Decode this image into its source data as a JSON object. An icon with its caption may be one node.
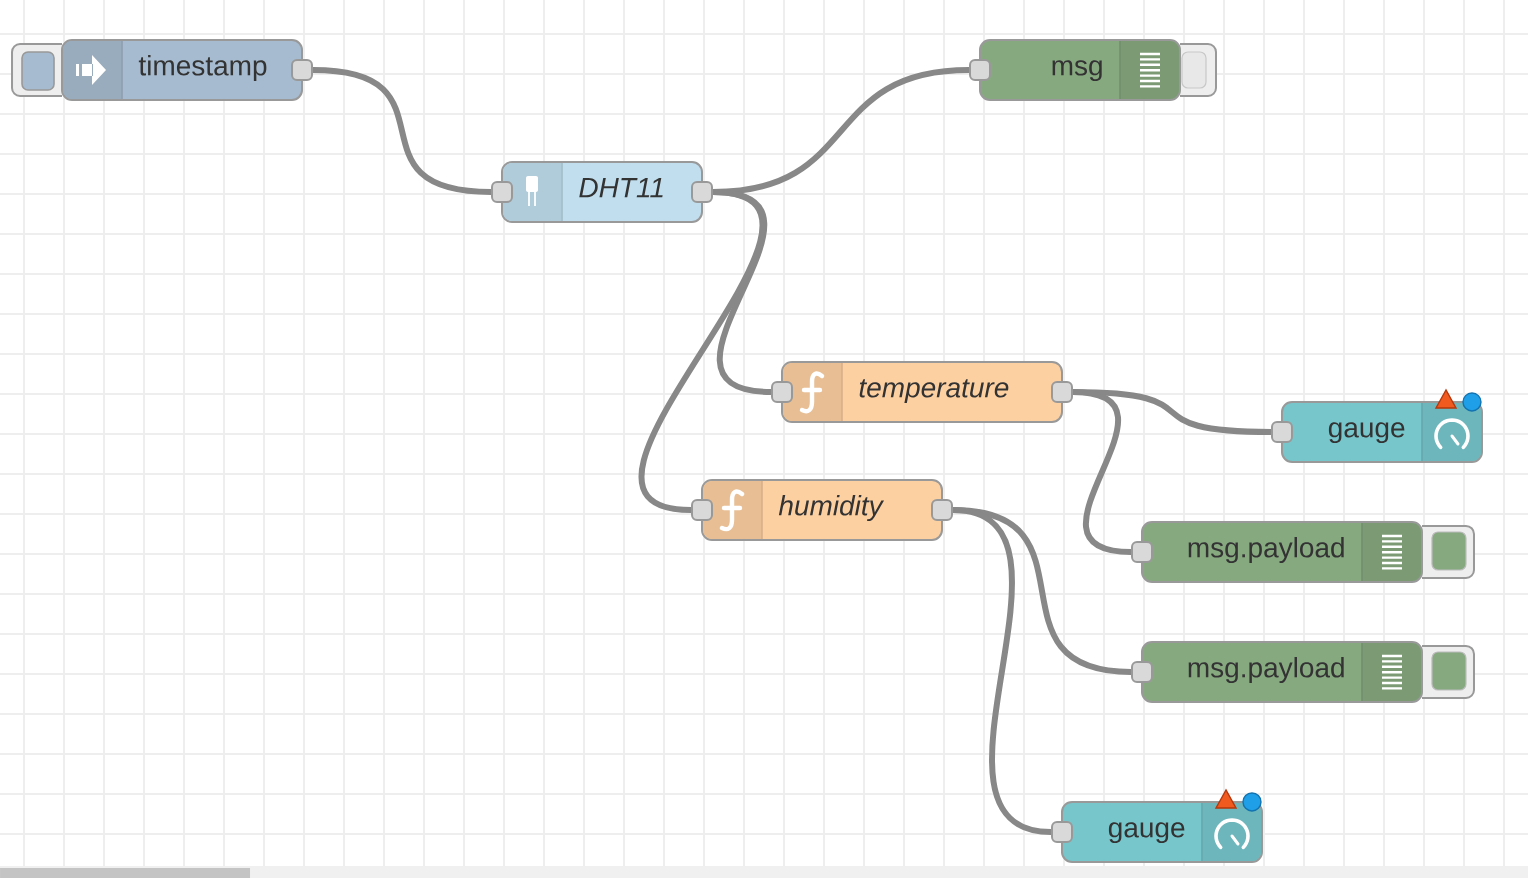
{
  "diagram": {
    "nodes": [
      {
        "text": [
          "timestamp"
        ]
      },
      {
        "text": [
          "msg"
        ]
      },
      {
        "text": [
          "DHT11"
        ]
      },
      {
        "text": [
          "temperature"
        ]
      },
      {
        "text": [
          "gauge"
        ]
      },
      {
        "text": [
          "humidity"
        ]
      },
      {
        "text": [
          "msg.payload"
        ]
      },
      {
        "text": [
          "msg.payload"
        ]
      },
      {
        "text": [
          "gauge"
        ]
      }
    ],
    "edges": [
      {
        "from": 0,
        "to": 2,
        "arrow": "none"
      },
      {
        "from": 2,
        "to": 1,
        "arrow": "none"
      },
      {
        "from": 2,
        "to": 3,
        "arrow": "none"
      },
      {
        "from": 2,
        "to": 5,
        "arrow": "none"
      },
      {
        "from": 3,
        "to": 4,
        "arrow": "none"
      },
      {
        "from": 3,
        "to": 6,
        "arrow": "none"
      },
      {
        "from": 5,
        "to": 7,
        "arrow": "none"
      },
      {
        "from": 5,
        "to": 8,
        "arrow": "none"
      }
    ]
  }
}
